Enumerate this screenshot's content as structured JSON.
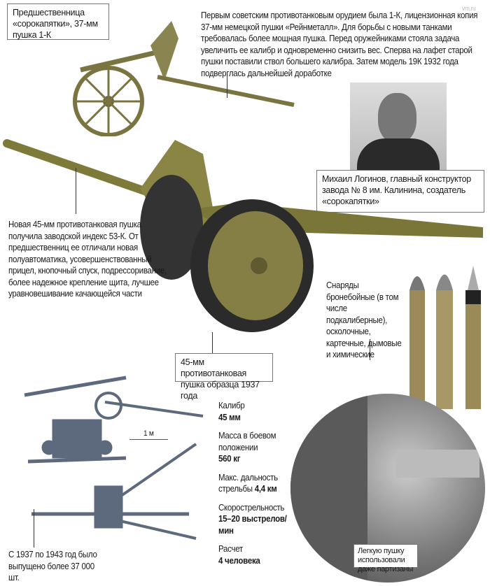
{
  "watermark": "vm.ru",
  "predecessor_caption": "Предшественница «сорокапятки», 37-мм пушка 1-К",
  "intro_text": "Первым советским противотанковым орудием была 1-К, лицензионная копия 37-мм немецкой пушки «Рейнметалл». Для борьбы с новыми танками требовалась более мощная пушка. Перед оружейниками стояла задача увеличить ее калибр и одновременно снизить вес. Сперва на лафет старой пушки поставили ствол большего калибра. Затем модель 19К 1932 года подверглась дальнейшей доработке",
  "designer_caption": "Михаил Логинов, главный конструктор завода № 8 им. Калинина, создатель «сорокапятки»",
  "new_gun_text": "Новая 45-мм противотанковая пушка получила заводской индекс 53-К. От предшественниц ее отличали новая полуавтоматика, усовершенствованный прицел, кнопочный спуск, подрессоривание, более надежное крепление щита, лучшее уравновешивание качающейся части",
  "shells_text": "Снаряды бронебойные (в том числе подкалиберные), осколочные, картечные, дымовые и химические",
  "gun_caption": "45-мм противотанковая пушка образца 1937 года",
  "scale_label": "1 м",
  "specs": [
    {
      "label": "Калибр",
      "value": "45 мм"
    },
    {
      "label": "Масса в боевом положении",
      "value": "560 кг"
    },
    {
      "label": "Макс. дальность стрельбы",
      "value": "4,4 км"
    },
    {
      "label": "Скорострельность",
      "value": "15–20 выстрелов/мин"
    },
    {
      "label": "Расчет",
      "value": "4 человека"
    }
  ],
  "production_text": "С 1937 по 1943 год было выпущено более 37 000 шт.",
  "partisans_caption": "Легкую пушку использовали даже партизаны",
  "colors": {
    "olive": "#7d7a3a",
    "silhouette": "#5d6a7e",
    "brass": "#9c8a5a"
  }
}
